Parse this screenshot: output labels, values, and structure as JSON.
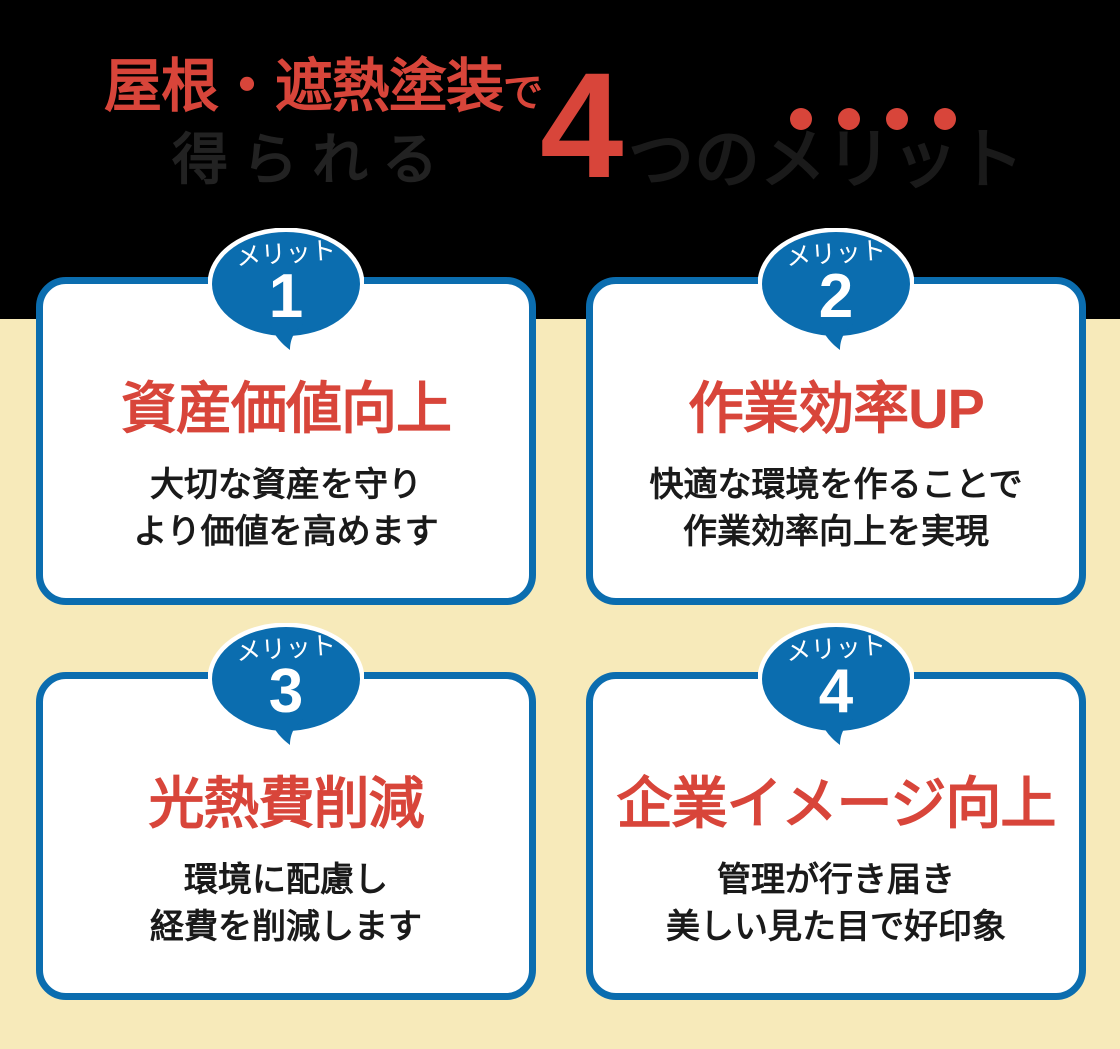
{
  "header": {
    "line1_main": "屋根・遮熱塗装",
    "line1_suffix": "で",
    "line2": "得られる",
    "count": "4",
    "count_suffix": "つのメリット",
    "emphasis_dots": 4,
    "colors": {
      "accent_red": "#D8453A",
      "dark_text": "#222222",
      "background": "#000000"
    }
  },
  "theme": {
    "cream_background": "#F7EABA",
    "card_border_blue": "#0B6DAF",
    "card_background": "#FFFFFF",
    "title_red": "#D8453A",
    "body_text": "#1A1A1A"
  },
  "cards": [
    {
      "badge_label": "メリット",
      "badge_number": "1",
      "title": "資産価値向上",
      "body_line1": "大切な資産を守り",
      "body_line2": "より価値を高めます"
    },
    {
      "badge_label": "メリット",
      "badge_number": "2",
      "title": "作業効率UP",
      "body_line1": "快適な環境を作ることで",
      "body_line2": "作業効率向上を実現"
    },
    {
      "badge_label": "メリット",
      "badge_number": "3",
      "title": "光熱費削減",
      "body_line1": "環境に配慮し",
      "body_line2": "経費を削減します"
    },
    {
      "badge_label": "メリット",
      "badge_number": "4",
      "title": "企業イメージ向上",
      "body_line1": "管理が行き届き",
      "body_line2": "美しい見た目で好印象"
    }
  ]
}
